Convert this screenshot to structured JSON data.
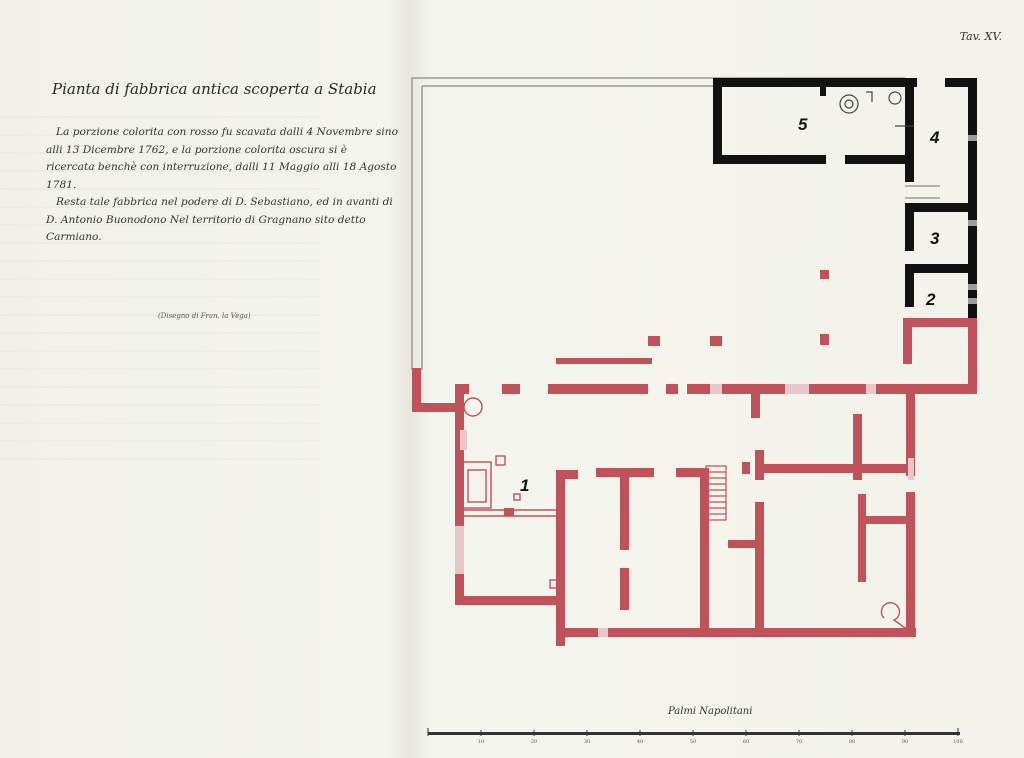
{
  "plate": {
    "number": "Tav. XV."
  },
  "title": "Pianta di fabbrica antica scoperta a Stabia",
  "description": [
    "La porzione colorita con rosso fu scavata dalli 4 Novembre sino alli 13 Dicembre 1762, e la porzione colorita oscura si è ricercata benchè con interruzione, dalli 11 Maggio alli 18 Agosto 1781.",
    "Resta tale fabbrica nel podere di D. Sebastiano, ed in avanti di D. Antonio Buonodono Nel territorio di Gragnano sito detto Carmiano."
  ],
  "signature": "(Disegno di Fran. la Vega)",
  "room_labels": [
    "1",
    "2",
    "3",
    "4",
    "5"
  ],
  "scale": {
    "label": "Palmi Napolitani",
    "ticks": [
      "10",
      "20",
      "30",
      "40",
      "50",
      "60",
      "70",
      "80",
      "90",
      "100"
    ]
  },
  "colors": {
    "excavated_1762": "#c0525a",
    "explored_1781": "#111111",
    "paper": "#f3f3ec"
  }
}
